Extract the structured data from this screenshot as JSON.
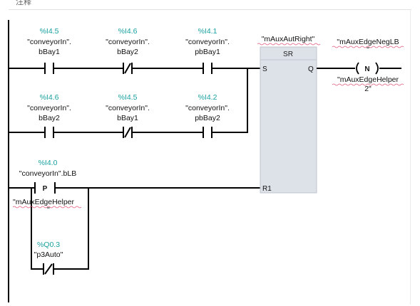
{
  "header": {
    "label": "注释"
  },
  "network": {
    "rung1": [
      {
        "addr": "%I4.5",
        "tag1": "\"conveyorIn\".",
        "tag2": "bBay1",
        "type": "no"
      },
      {
        "addr": "%I4.6",
        "tag1": "\"conveyorIn\".",
        "tag2": "bBay2",
        "type": "nc"
      },
      {
        "addr": "%I4.1",
        "tag1": "\"conveyorIn\".",
        "tag2": "pbBay1",
        "type": "no"
      }
    ],
    "rung2": [
      {
        "addr": "%I4.6",
        "tag1": "\"conveyorIn\".",
        "tag2": "bBay2",
        "type": "no"
      },
      {
        "addr": "%I4.5",
        "tag1": "\"conveyorIn\".",
        "tag2": "bBay1",
        "type": "nc"
      },
      {
        "addr": "%I4.2",
        "tag1": "\"conveyorIn\".",
        "tag2": "pbBay2",
        "type": "no"
      }
    ],
    "reset_edge": {
      "addr": "%I4.0",
      "tag": "\"conveyorIn\".bLB",
      "symbol": "P",
      "helper1": "\"mAuxEdgeHelper",
      "helper2": "\""
    },
    "reset_auto": {
      "addr": "%Q0.3",
      "tag": "\"p3Auto\""
    },
    "sr_block": {
      "instance": "\"mAuxAutRight\"",
      "title": "SR",
      "pin_s": "S",
      "pin_q": "Q",
      "pin_r1": "R1"
    },
    "neg_edge_coil": {
      "tag1": "\"mAuxEdgeNegLB",
      "tag2": "\"",
      "symbol": "N",
      "helper1": "\"mAuxEdgeHelper",
      "helper2": "2\""
    }
  }
}
